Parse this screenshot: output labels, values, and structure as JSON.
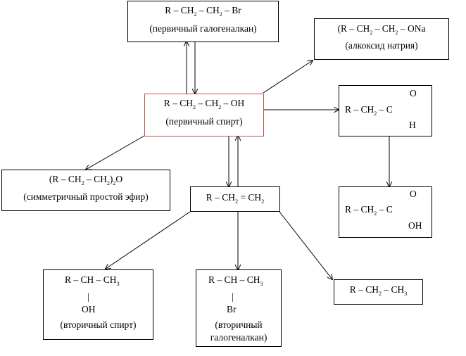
{
  "nodes": {
    "halide": {
      "f": [
        "R – CH",
        "2",
        " – CH",
        "2",
        " – Br"
      ],
      "caption": "(первичный галогеналкан)"
    },
    "alkoxide": {
      "f": [
        "(R – CH",
        "2",
        " – CH",
        "2",
        " – ONa"
      ],
      "caption": "(алкоксид натрия)"
    },
    "alcohol": {
      "f": [
        "R – CH",
        "2",
        " – CH",
        "2",
        " – OH"
      ],
      "caption": "(первичный спирт)"
    },
    "aldehyde": {
      "f": [
        "R – CH",
        "2",
        " – C"
      ],
      "o": "O",
      "h": "H"
    },
    "ether": {
      "f": [
        "(R – CH",
        "2",
        " – CH",
        "2",
        ")",
        "2",
        "O"
      ],
      "caption": "(симметричный простой эфир)"
    },
    "alkene": {
      "f": [
        "R – CH",
        "2",
        " = CH",
        "2"
      ]
    },
    "acid": {
      "f": [
        "R – CH",
        "2",
        " – C"
      ],
      "o": "O",
      "oh": "OH"
    },
    "sec_alcohol": {
      "f": [
        "R – CH – CH",
        "3"
      ],
      "bond": "|",
      "sub": "OH",
      "caption": "(вторичный спирт)"
    },
    "sec_halide": {
      "f": [
        "R – CH – CH",
        "3"
      ],
      "bond": "|",
      "sub": "Br",
      "caption1": "(вторичный",
      "caption2": "галогеналкан)"
    },
    "alkane": {
      "f": [
        "R – CH",
        "2",
        " – CH",
        "3"
      ]
    }
  }
}
